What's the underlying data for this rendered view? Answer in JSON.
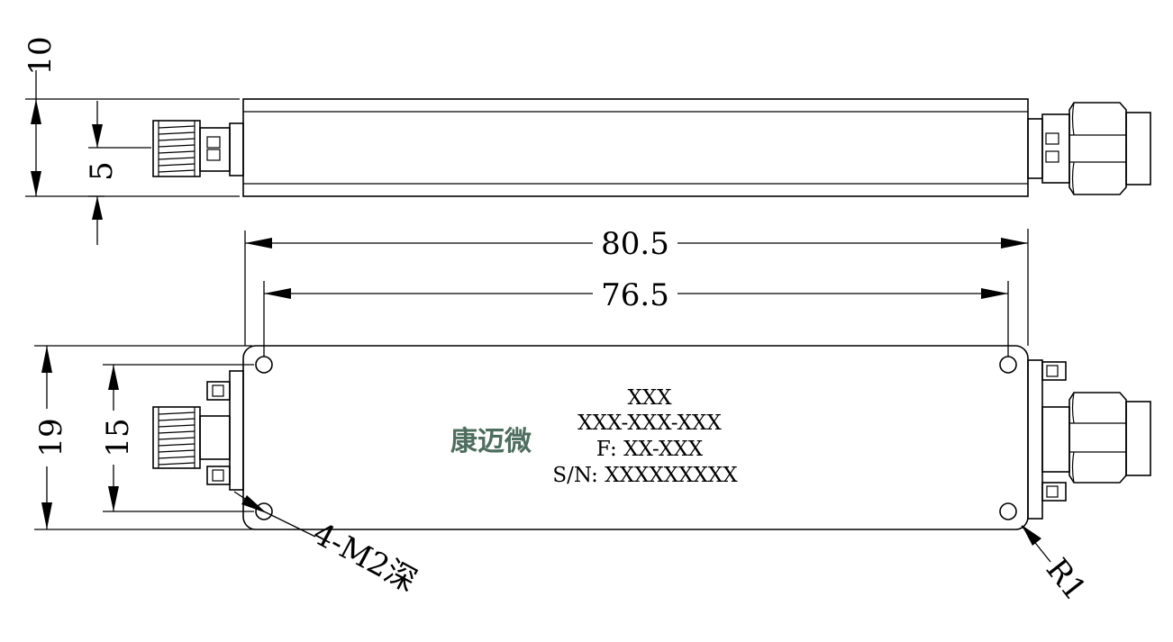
{
  "dimensions": {
    "side_height": "10",
    "connector_offset": "5",
    "overall_length": "80.5",
    "hole_spacing": "76.5",
    "body_width": "19",
    "connector_span": "15",
    "mount_holes": "4-M2深",
    "corner_radius": "R1"
  },
  "label": {
    "brand": "康迈微",
    "line1": "XXX",
    "line2": "XXX-XXX-XXX",
    "line3": "F: XX-XXX",
    "line4": "S/N: XXXXXXXXX"
  },
  "colors": {
    "line": "#000000",
    "brand": "#4e6e5f",
    "background": "#ffffff"
  }
}
